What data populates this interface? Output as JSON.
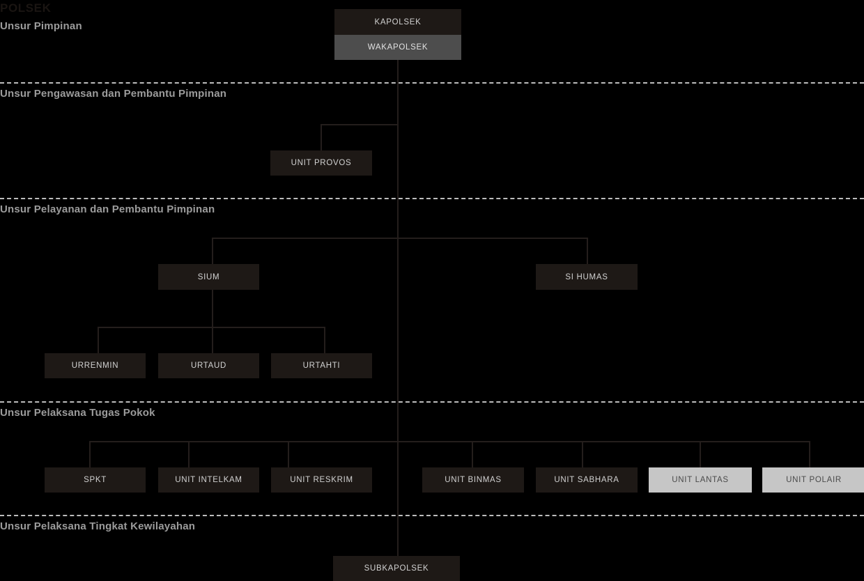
{
  "page": {
    "title": "POLSEK",
    "background": "#000000",
    "line_color": "#241e1c",
    "divider_color": "#bdbdbd"
  },
  "sections": [
    {
      "id": "pimpinan",
      "label": "Unsur Pimpinan"
    },
    {
      "id": "pengawasan",
      "label": "Unsur Pengawasan dan Pembantu Pimpinan"
    },
    {
      "id": "pelayanan",
      "label": "Unsur Pelayanan dan Pembantu Pimpinan"
    },
    {
      "id": "tugas-pokok",
      "label": "Unsur Pelaksana Tugas Pokok"
    },
    {
      "id": "kewilayahan",
      "label": "Unsur Pelaksana Tingkat Kewilayahan"
    }
  ],
  "nodes": {
    "kapolsek": {
      "label": "KAPOLSEK",
      "style": "dark"
    },
    "wakapolsek": {
      "label": "WAKAPOLSEK",
      "style": "gray"
    },
    "unit_provos": {
      "label": "UNIT PROVOS",
      "style": "dark"
    },
    "sium": {
      "label": "SIUM",
      "style": "dark"
    },
    "si_humas": {
      "label": "SI HUMAS",
      "style": "dark"
    },
    "urrenmin": {
      "label": "URRENMIN",
      "style": "dark"
    },
    "urtaud": {
      "label": "URTAUD",
      "style": "dark"
    },
    "urtahti": {
      "label": "URTAHTI",
      "style": "dark"
    },
    "spkt": {
      "label": "SPKT",
      "style": "dark"
    },
    "unit_intelkam": {
      "label": "UNIT INTELKAM",
      "style": "dark"
    },
    "unit_reskrim": {
      "label": "UNIT RESKRIM",
      "style": "dark"
    },
    "unit_binmas": {
      "label": "UNIT BINMAS",
      "style": "dark"
    },
    "unit_sabhara": {
      "label": "UNIT SABHARA",
      "style": "dark"
    },
    "unit_lantas": {
      "label": "UNIT LANTAS",
      "style": "light"
    },
    "unit_polair": {
      "label": "UNIT POLAIR",
      "style": "light"
    },
    "subkapolsek": {
      "label": "SUBKAPOLSEK",
      "style": "dark"
    }
  }
}
